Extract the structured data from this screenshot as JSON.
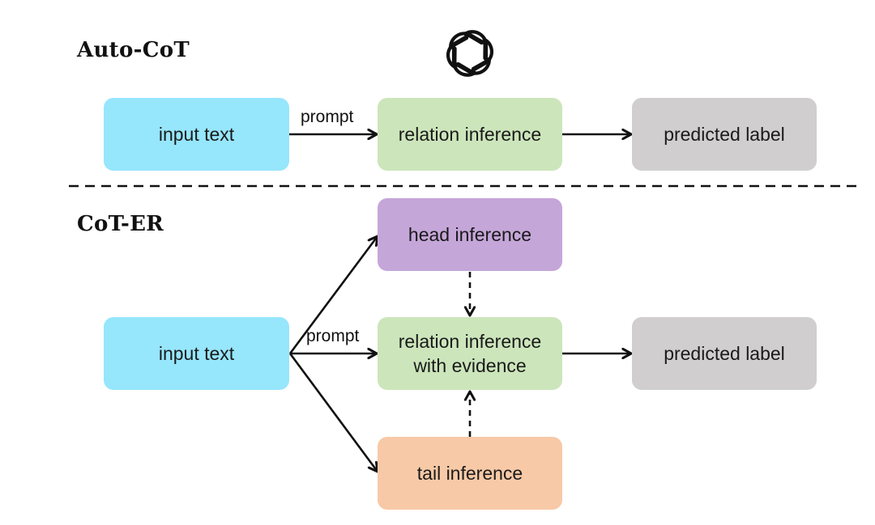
{
  "colors": {
    "input": "#96e6fc",
    "relation": "#cce5bb",
    "predicted": "#d0cece",
    "head": "#c5a6d9",
    "tail": "#f7c9a6",
    "arrow": "#111111"
  },
  "logo": {
    "icon": "openai-logo-icon"
  },
  "auto_cot": {
    "heading": "Auto-CoT",
    "input": "input text",
    "edge_label": "prompt",
    "relation": "relation inference",
    "predicted": "predicted label"
  },
  "cot_er": {
    "heading": "CoT-ER",
    "head": "head inference",
    "input": "input text",
    "edge_label": "prompt",
    "relation_line1": "relation inference",
    "relation_line2": "with evidence",
    "predicted": "predicted label",
    "tail": "tail inference"
  }
}
